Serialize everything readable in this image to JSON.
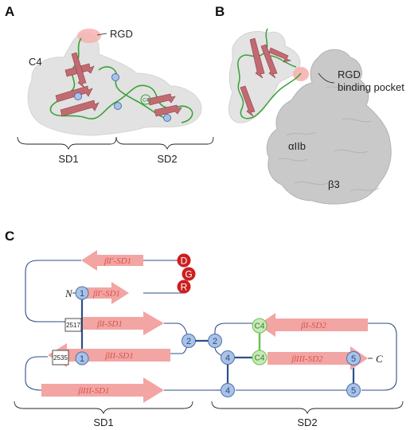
{
  "panels": {
    "a": {
      "label": "A",
      "rgd": "RGD",
      "c4": "C4",
      "brace_left": "SD1",
      "brace_right": "SD2",
      "inner_c4": "C4"
    },
    "b": {
      "label": "B",
      "rgd": "RGD",
      "pocket": "binding pocket",
      "alpha": "αIIb",
      "beta": "β3"
    },
    "c": {
      "label": "C",
      "strands": {
        "b1p_sd1_top": "βI'-SD1",
        "b1p_sd1": "βI'-SD1",
        "b1_sd1": "βI-SD1",
        "b2_sd1": "βII-SD1",
        "b3_sd1": "βIII-SD1",
        "b1_sd2": "βI-SD2",
        "b2_sd2": "βIII-SD2"
      },
      "rgd_letters": [
        "D",
        "G",
        "R"
      ],
      "n_term": "N",
      "c_term": "C",
      "nodes": {
        "n1a": "1",
        "n1b": "1",
        "n2a": "2",
        "n2b": "2",
        "n4a": "4",
        "n4b": "4",
        "n5a": "5",
        "n5b": "5",
        "c4a": "C4",
        "c4b": "C4"
      },
      "boxes": {
        "b2517": "2517",
        "b2535": "2535"
      },
      "brace_left": "SD1",
      "brace_right": "SD2"
    }
  },
  "colors": {
    "strand": "#f2a5a2",
    "strand_text": "#d9534f",
    "node_fill": "#a9c2e8",
    "node_stroke": "#4f6fa8",
    "line": "#2d4f86",
    "green": "#6bbf4e",
    "rgd_red": "#cc1f1f"
  }
}
